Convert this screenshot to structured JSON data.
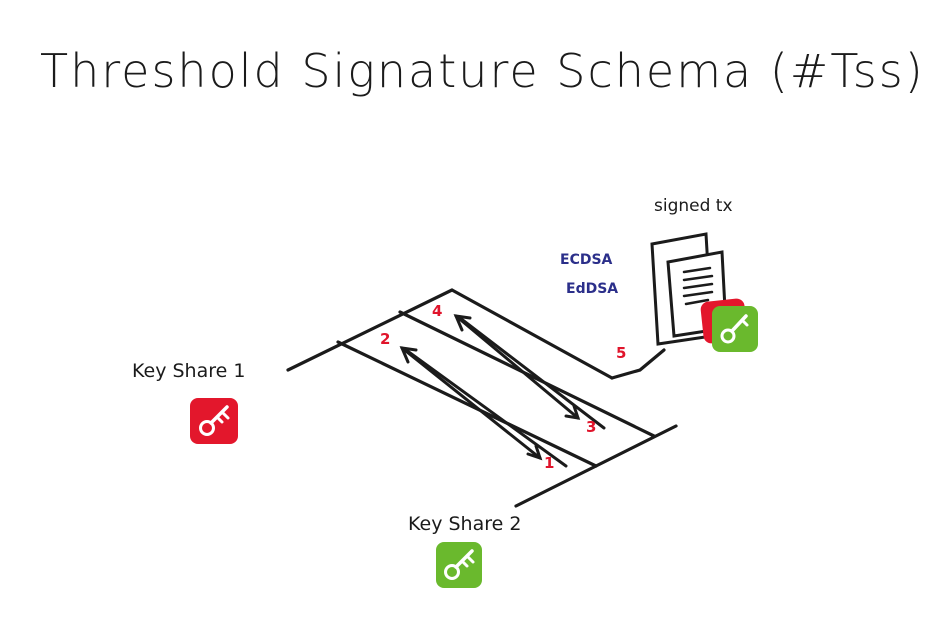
{
  "title": "Threshold Signature Schema (#Tss)",
  "labels": {
    "key_share_1": "Key Share 1",
    "key_share_2": "Key Share 2",
    "signed_tx": "signed tx",
    "algo_1": "ECDSA",
    "algo_2": "EdDSA"
  },
  "steps": [
    "1",
    "2",
    "3",
    "4",
    "5"
  ],
  "colors": {
    "red": "#e3172c",
    "green": "#6ab92d",
    "ink": "#1b1b1b",
    "step": "#e0142b",
    "algo": "#2b2f8a"
  },
  "icons": [
    "key-icon",
    "document-icon"
  ]
}
